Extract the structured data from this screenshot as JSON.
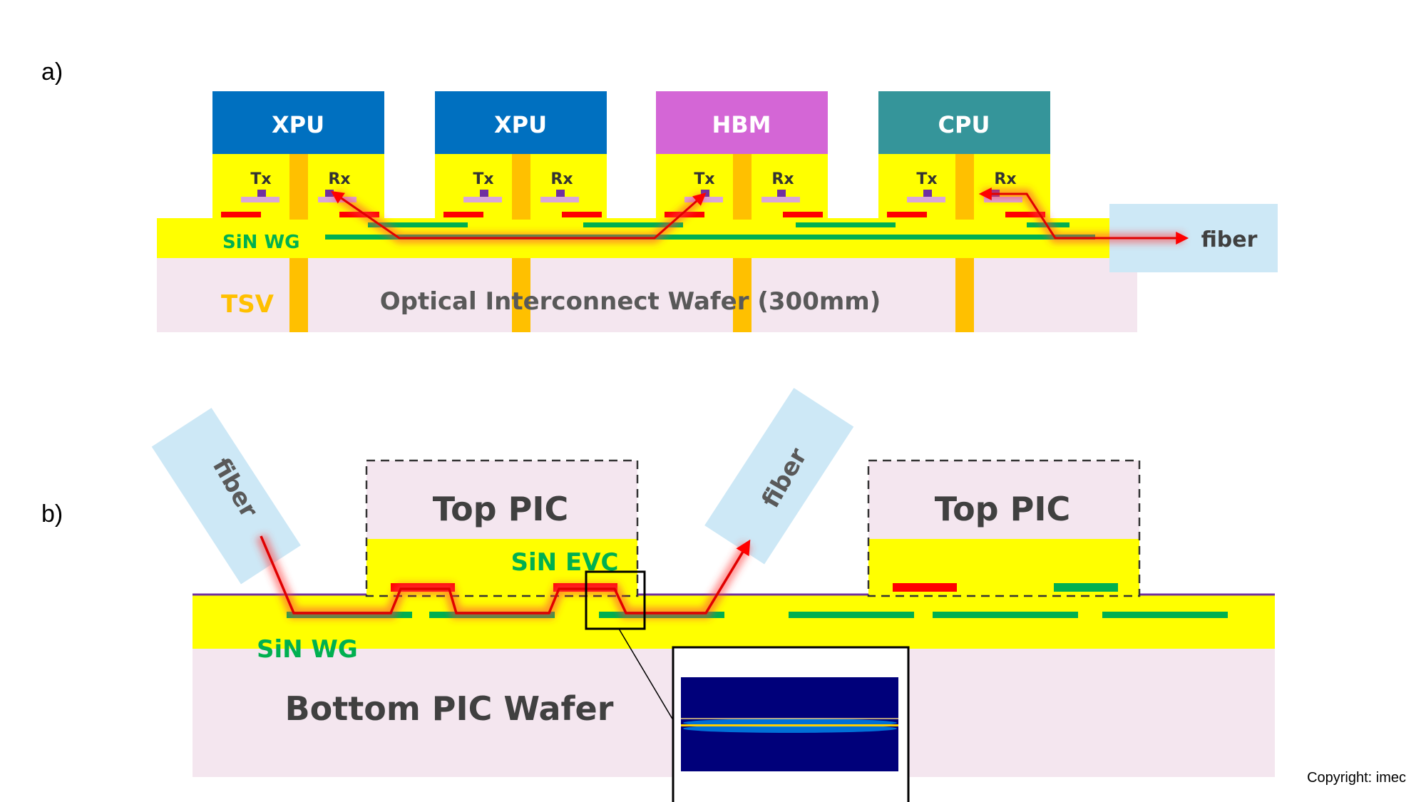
{
  "panel_a": {
    "label": "a)",
    "chips": [
      {
        "name": "XPU",
        "color": "#0070C0"
      },
      {
        "name": "XPU",
        "color": "#0070C0"
      },
      {
        "name": "HBM",
        "color": "#D466D6"
      },
      {
        "name": "CPU",
        "color": "#35959A"
      }
    ],
    "tx_label": "Tx",
    "rx_label": "Rx",
    "waveguide_label": "SiN WG",
    "tsv_label": "TSV",
    "wafer_label": "Optical Interconnect Wafer (300mm)",
    "fiber_label": "fiber"
  },
  "panel_b": {
    "label": "b)",
    "fiber_label": "fiber",
    "top_pic_label": "Top PIC",
    "evc_label": "SiN EVC",
    "waveguide_label": "SiN WG",
    "wafer_label": "Bottom PIC Wafer"
  },
  "colors": {
    "oxide_yellow": "#FFFF00",
    "wafer_pink": "#F4E6EF",
    "tsv_orange": "#FFC000",
    "waveguide_green": "#00B050",
    "heater_red": "#FF0000",
    "fiber_blue": "#CDE8F6",
    "label_green": "#00B050",
    "label_gray": "#595959",
    "label_orange": "#FFC000"
  },
  "copyright": "Copyright: imec"
}
